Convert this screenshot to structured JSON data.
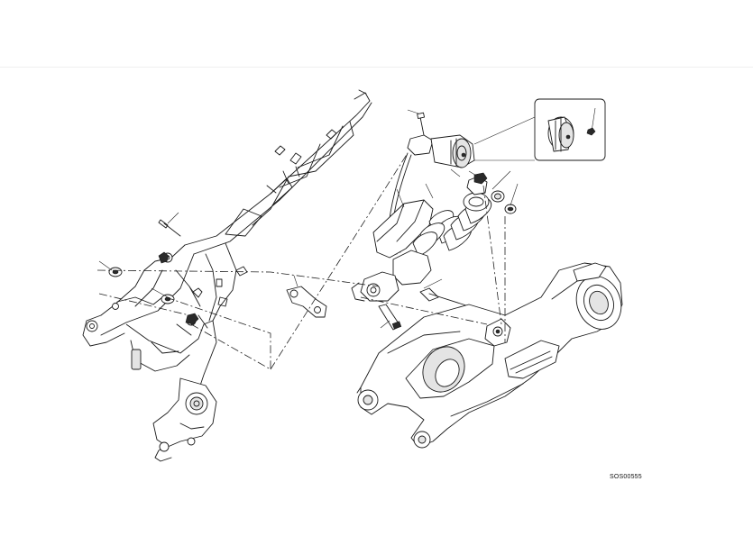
{
  "drawing": {
    "reference_code": "SOS00555",
    "parts": [
      "frame",
      "rear-shock-absorber",
      "swingarm",
      "shock-bracket",
      "fasteners",
      "spring-preload-adjuster"
    ]
  }
}
